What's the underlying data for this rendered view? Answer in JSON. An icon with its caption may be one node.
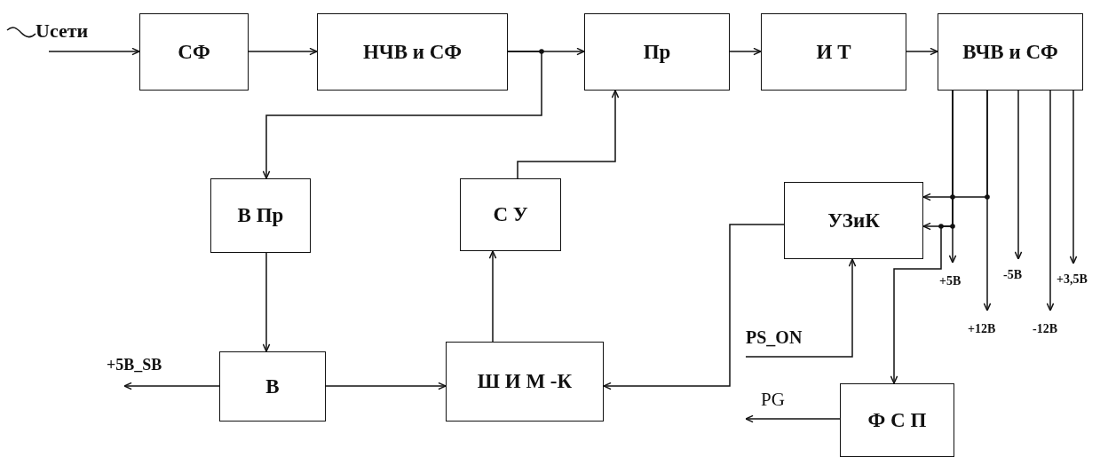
{
  "diagram": {
    "nodes": [
      {
        "text": [
          "СФ"
        ]
      },
      {
        "text": [
          "НЧВ и СФ"
        ]
      },
      {
        "text": [
          "Пр"
        ]
      },
      {
        "text": [
          "И Т"
        ]
      },
      {
        "text": [
          "ВЧВ и СФ"
        ]
      },
      {
        "text": [
          "В Пр"
        ]
      },
      {
        "text": [
          "С У"
        ]
      },
      {
        "text": [
          "УЗиК"
        ]
      },
      {
        "text": [
          "В"
        ]
      },
      {
        "text": [
          "Ш И М -К"
        ]
      },
      {
        "text": [
          "Ф С П"
        ]
      }
    ],
    "edges": [
      {
        "from": null,
        "to": 0,
        "arrow": "to"
      },
      {
        "from": 0,
        "to": 1,
        "arrow": "to"
      },
      {
        "from": 1,
        "to": 2,
        "arrow": "to"
      },
      {
        "from": 2,
        "to": 3,
        "arrow": "to"
      },
      {
        "from": 3,
        "to": 4,
        "arrow": "to"
      },
      {
        "from": 1,
        "to": 5,
        "arrow": "to"
      },
      {
        "from": 5,
        "to": 8,
        "arrow": "to"
      },
      {
        "from": 8,
        "to": null,
        "arrow": "to",
        "label": "+5В_SB"
      },
      {
        "from": 8,
        "to": 9,
        "arrow": "to"
      },
      {
        "from": 9,
        "to": 6,
        "arrow": "to"
      },
      {
        "from": 6,
        "to": 2,
        "arrow": "to"
      },
      {
        "from": 7,
        "to": 9,
        "arrow": "to"
      },
      {
        "from": null,
        "to": 7,
        "arrow": "to",
        "label": "PS_ON"
      },
      {
        "from": 10,
        "to": null,
        "arrow": "to",
        "label": "PG"
      },
      {
        "from": 4,
        "to": null,
        "arrow": "to",
        "label": "+5В"
      },
      {
        "from": 4,
        "to": null,
        "arrow": "to",
        "label": "+12В"
      },
      {
        "from": 4,
        "to": null,
        "arrow": "to",
        "label": "-5В"
      },
      {
        "from": 4,
        "to": null,
        "arrow": "to",
        "label": "-12В"
      },
      {
        "from": 4,
        "to": null,
        "arrow": "to",
        "label": "+3,5В"
      },
      {
        "from": 4,
        "to": 7,
        "arrow": "to"
      },
      {
        "from": 4,
        "to": 7,
        "arrow": "to"
      },
      {
        "from": 4,
        "to": 10,
        "arrow": "to"
      }
    ],
    "labels": [
      "Uсети"
    ]
  }
}
